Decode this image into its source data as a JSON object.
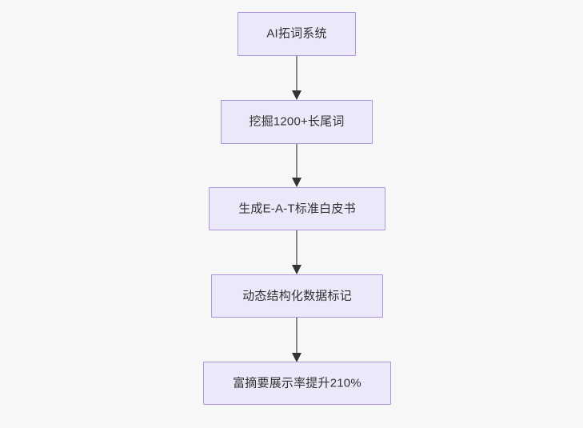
{
  "diagram": {
    "type": "flowchart",
    "direction": "top-to-bottom",
    "background_color": "#f7f7f8",
    "node_fill_color": "#ebe8fa",
    "node_border_color": "#b094d8",
    "node_text_color": "#333333",
    "edge_color": "#8a8a8a",
    "arrowhead_color": "#333333",
    "nodes": [
      {
        "id": "n1",
        "label": "AI拓词系统"
      },
      {
        "id": "n2",
        "label": "挖掘1200+长尾词"
      },
      {
        "id": "n3",
        "label": "生成E-A-T标准白皮书"
      },
      {
        "id": "n4",
        "label": "动态结构化数据标记"
      },
      {
        "id": "n5",
        "label": "富摘要展示率提升210%"
      }
    ],
    "edges": [
      {
        "from": "n1",
        "to": "n2",
        "label": ""
      },
      {
        "from": "n2",
        "to": "n3",
        "label": ""
      },
      {
        "from": "n3",
        "to": "n4",
        "label": ""
      },
      {
        "from": "n4",
        "to": "n5",
        "label": ""
      }
    ]
  }
}
